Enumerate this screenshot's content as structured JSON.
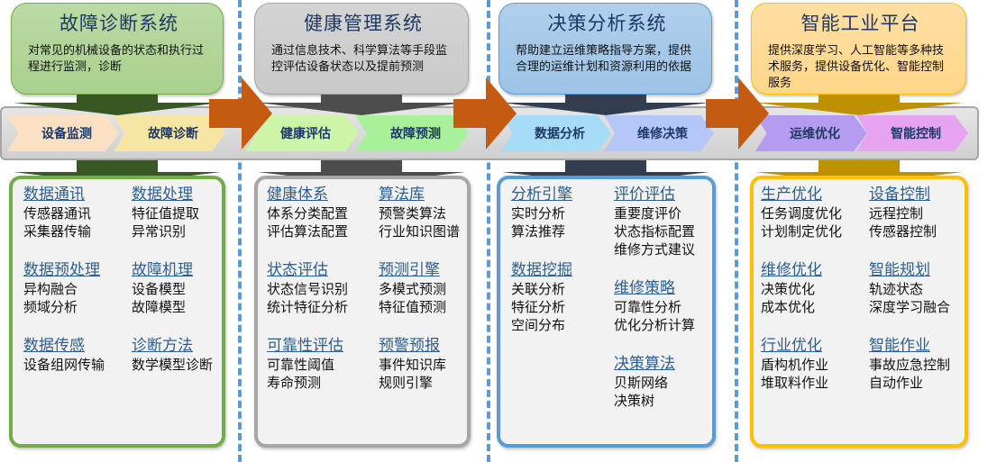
{
  "systems": [
    {
      "title": "故障诊断系统",
      "description": "对常见的机械设备的状态和执行过程进行监测，诊断",
      "stages": [
        "设备监测",
        "故障诊断"
      ],
      "colors": {
        "header": "#a9d18e",
        "arrow": "#385723",
        "border": "#70ad47",
        "stage1": "#fbe0c4",
        "stage2": "#f7e6a3"
      },
      "left": [
        {
          "heading": "数据通讯",
          "items": [
            "传感器通讯",
            "采集器传输"
          ]
        },
        {
          "heading": "数据预处理",
          "items": [
            "异构融合",
            "频域分析"
          ]
        },
        {
          "heading": "数据传感",
          "items": [
            "设备组网传输"
          ]
        }
      ],
      "right": [
        {
          "heading": "数据处理",
          "items": [
            "特征值提取",
            "异常识别"
          ]
        },
        {
          "heading": "故障机理",
          "items": [
            "设备模型",
            "故障模型"
          ]
        },
        {
          "heading": "诊断方法",
          "items": [
            "数学模型诊断"
          ]
        }
      ]
    },
    {
      "title": "健康管理系统",
      "description": "通过信息技术、科学算法等手段监控评估设备状态以及提前预测",
      "stages": [
        "健康评估",
        "故障预测"
      ],
      "colors": {
        "header": "#c9c9c9",
        "arrow": "#4d4d4d",
        "border": "#a6a6a6",
        "stage1": "#ccf5a8",
        "stage2": "#a8f09a"
      },
      "left": [
        {
          "heading": "健康体系",
          "items": [
            "体系分类配置",
            "评估算法配置"
          ]
        },
        {
          "heading": "状态评估",
          "items": [
            "状态信号识别",
            "统计特征分析"
          ]
        },
        {
          "heading": "可靠性评估",
          "items": [
            "可靠性阈值",
            "寿命预测"
          ]
        }
      ],
      "right": [
        {
          "heading": "算法库",
          "items": [
            "预警类算法",
            "行业知识图谱"
          ]
        },
        {
          "heading": "预测引擎",
          "items": [
            "多模式预测",
            "特征值预测"
          ]
        },
        {
          "heading": "预警预报",
          "items": [
            "事件知识库",
            "规则引擎"
          ]
        }
      ]
    },
    {
      "title": "决策分析系统",
      "description": "帮助建立运维策略指导方案，提供合理的运维计划和资源利用的依据",
      "stages": [
        "数据分析",
        "维修决策"
      ],
      "colors": {
        "header": "#9dc3e6",
        "arrow": "#333f50",
        "border": "#5b9bd5",
        "stage1": "#a6dcf5",
        "stage2": "#b4c7f7"
      },
      "left": [
        {
          "heading": "分析引擎",
          "items": [
            "实时分析",
            "算法推荐"
          ]
        },
        {
          "heading": "数据挖掘",
          "items": [
            "关联分析",
            "特征分析",
            "空间分布"
          ]
        }
      ],
      "right": [
        {
          "heading": "评价评估",
          "items": [
            "重要度评价",
            "状态指标配置",
            "维修方式建议"
          ]
        },
        {
          "heading": "维修策略",
          "items": [
            "可靠性分析",
            "优化分析计算"
          ]
        },
        {
          "heading": "决策算法",
          "items": [
            "贝斯网络",
            "决策树"
          ]
        }
      ]
    },
    {
      "title": "智能工业平台",
      "description": "提供深度学习、人工智能等多种技术服务，提供设备优化、智能控制服务",
      "stages": [
        "运维优化",
        "智能控制"
      ],
      "colors": {
        "header": "#ffd78a",
        "arrow": "#bf9000",
        "border": "#ffc000",
        "stage1": "#b59cf0",
        "stage2": "#e6a3f0"
      },
      "left": [
        {
          "heading": "生产优化",
          "items": [
            "任务调度优化",
            "计划制定优化"
          ]
        },
        {
          "heading": "维修优化",
          "items": [
            "决策优化",
            "成本优化"
          ]
        },
        {
          "heading": "行业优化",
          "items": [
            "盾构机作业",
            "堆取料作业"
          ]
        }
      ],
      "right": [
        {
          "heading": "设备控制",
          "items": [
            "远程控制",
            "传感器控制"
          ]
        },
        {
          "heading": "智能规划",
          "items": [
            "轨迹状态",
            "深度学习融合"
          ]
        },
        {
          "heading": "智能作业",
          "items": [
            "事故应急控制",
            "自动作业"
          ]
        }
      ]
    }
  ],
  "flow_arrow_color": "#c55a11"
}
